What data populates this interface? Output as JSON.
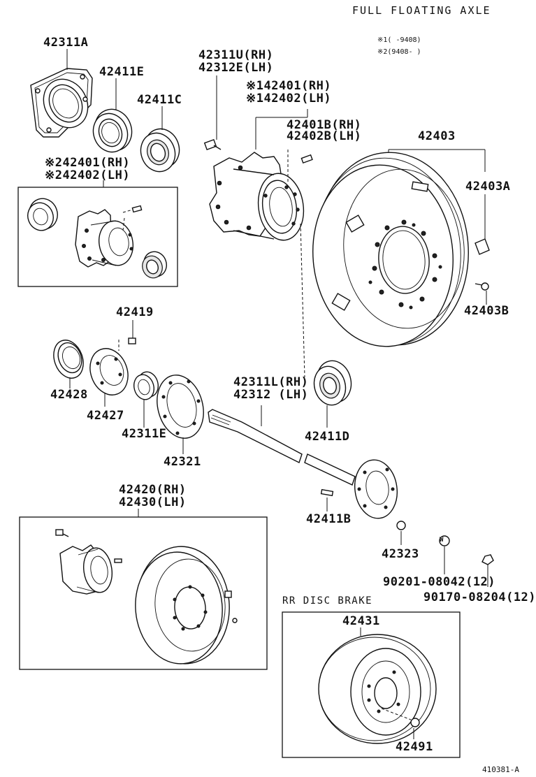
{
  "header": {
    "title": "FULL FLOATING AXLE",
    "note1": "※1(  -9408)",
    "note2": "※2(9408-  )"
  },
  "labels": {
    "p42311A": "42311A",
    "p42411E": "42411E",
    "p42411C": "42411C",
    "p42401_rh2": "※242401(RH)",
    "p42402_lh2": "※242402(LH)",
    "p42311U": "42311U(RH)",
    "p42312E": "42312E(LH)",
    "p42401_rh1": "※142401(RH)",
    "p42402_lh1": "※142402(LH)",
    "p42401B": "42401B(RH)",
    "p42402B": "42402B(LH)",
    "p42403": "42403",
    "p42403A": "42403A",
    "p42403B": "42403B",
    "p42419": "42419",
    "p42428": "42428",
    "p42427": "42427",
    "p42311E": "42311E",
    "p42321": "42321",
    "p42311L": "42311L(RH)",
    "p42312": "42312  (LH)",
    "p42411D": "42411D",
    "p42411B": "42411B",
    "p42323": "42323",
    "p90201": "90201-08042(12)",
    "p90170": "90170-08204(12)",
    "p42420": "42420(RH)",
    "p42430": "42430(LH)",
    "rr_disc_brake": "RR DISC BRAKE",
    "p42431": "42431",
    "p42491": "42491",
    "washer_mark": "W"
  },
  "footer": {
    "code": "410381-A"
  }
}
